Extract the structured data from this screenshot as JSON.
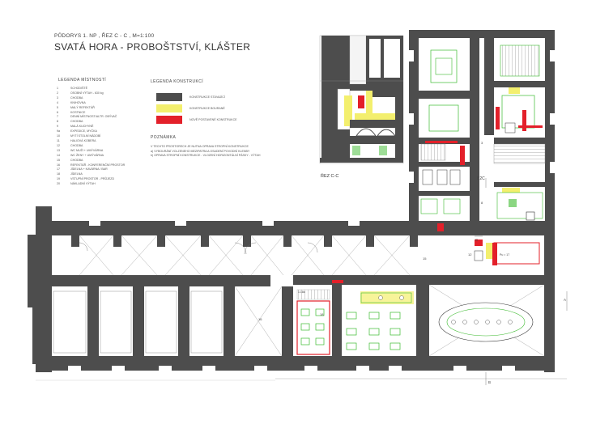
{
  "header": {
    "subtitle": "PŮDORYS 1. NP ,   ŘEZ C - C ,   M=1:100",
    "title": "SVATÁ HORA - PROBOŠTSTVÍ, KLÁŠTER"
  },
  "legend_rooms": {
    "heading": "LEGENDA MÍSTNOSTÍ",
    "items": [
      {
        "no": "1",
        "name": "SCHODIŠTĚ"
      },
      {
        "no": "2",
        "name": "OSOBNÍ VÝTAH - 630 kg"
      },
      {
        "no": "3",
        "name": "CHODBA"
      },
      {
        "no": "4",
        "name": "KNIHOVNA"
      },
      {
        "no": "5",
        "name": "MALÝ REFEKTÁŘ"
      },
      {
        "no": "6",
        "name": "KOSTNICE"
      },
      {
        "no": "7",
        "name": "DENNÍ MÍSTNOST/ALTR. OBÝVAČ"
      },
      {
        "no": "8",
        "name": "CHODBA"
      },
      {
        "no": "9",
        "name": "MALÁ KUCHYNĚ"
      },
      {
        "no": "9a",
        "name": "EXPEDICE, MYČKA"
      },
      {
        "no": "10",
        "name": "MYTÍ STOLNÍ NÁDOBÍ"
      },
      {
        "no": "11",
        "name": "HALIOVÁ KOBERA"
      },
      {
        "no": "12",
        "name": "CHODBA"
      },
      {
        "no": "13",
        "name": "WC MUŽI + UMÝVÁRNA"
      },
      {
        "no": "14",
        "name": "WC ŽENY + UMÝVÁRNA"
      },
      {
        "no": "15",
        "name": "CHODBA"
      },
      {
        "no": "16",
        "name": "REFEKTÁŘ - KONFERENČNÍ PROSTOR"
      },
      {
        "no": "17",
        "name": "JÍDELNA + KAVÁRNA / BAR"
      },
      {
        "no": "18",
        "name": "JÍDELNA"
      },
      {
        "no": "19",
        "name": "VSTUPNÍ PROSTOR - PRŮJEZD"
      },
      {
        "no": "20",
        "name": "NÁKLADNÍ VÝTAH"
      }
    ]
  },
  "legend_construction": {
    "heading": "LEGENDA  KONSTRUKCÍ",
    "items": [
      {
        "label": "KONSTRUKCE STÁVAJÍCÍ",
        "color": "#4d4d4d"
      },
      {
        "label": "KONSTRUKCE BOURANÉ",
        "color": "#f3ef6e"
      },
      {
        "label": "NOVĚ POSTAVENÉ KONSTRUKCE",
        "color": "#e3202a"
      }
    ]
  },
  "notes": {
    "heading": "POZNÁMKA",
    "lines": [
      "V TECHTO PROSTORECH JE NUTNA OPRAVA STROPNÍ KONSTRUKCE",
      "a) VYBOURÁNÍ VOLZENEHO MEZIPATRA A OSADENÍ POVODNÍ KLENBY",
      "b) OPRAVA STROPNÍ KONSTRUKCE - VLOZENÍ HORIZONTÁLNÍ PÁSKY - VÝTAH"
    ]
  },
  "section_label": "ŘEZ C-C",
  "plan_labels": {
    "room_15": "15",
    "room_12": "12",
    "room_16": "16",
    "room_18": "18",
    "room_3": "3",
    "room_8": "8",
    "b2c": "B2C",
    "axis_b": "B",
    "axis_a": "A",
    "axis_c": "C",
    "stair": "1.18a",
    "lift_area": "Pu = 17"
  },
  "colors": {
    "wall": "#4d4d4d",
    "demolished": "#f3ef6e",
    "new": "#e3202a",
    "furniture": "#3dbb2f"
  }
}
